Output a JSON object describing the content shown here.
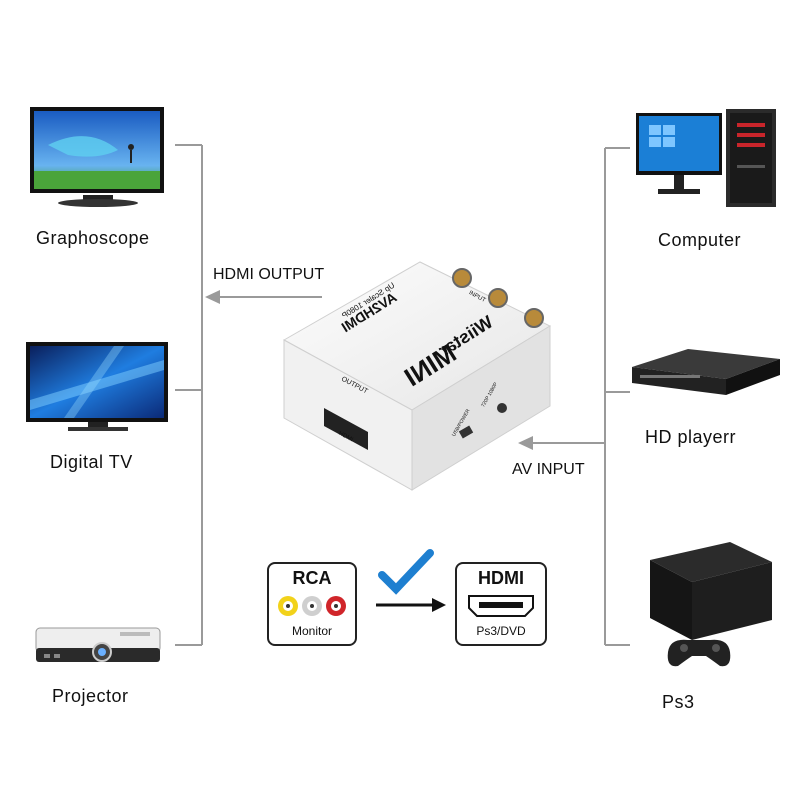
{
  "devices_left": [
    {
      "label": "Graphoscope",
      "icon": "tv-icon"
    },
    {
      "label": "Digital  TV",
      "icon": "tv-icon"
    },
    {
      "label": "Projector",
      "icon": "projector-icon"
    }
  ],
  "devices_right": [
    {
      "label": "Computer",
      "icon": "computer-icon"
    },
    {
      "label": "HD playerr",
      "icon": "dvd-player-icon"
    },
    {
      "label": "Ps3",
      "icon": "game-console-icon"
    }
  ],
  "arrows": {
    "hdmi_output": "HDMI OUTPUT",
    "av_input": "AV INPUT"
  },
  "converter": {
    "brand": "Wiistar",
    "model": "MINI",
    "name": "AV2HDMI",
    "subtitle": "Up Scaler 1080P",
    "output_label": "OUTPUT",
    "input_label": "INPUT",
    "port_label": "HDMI",
    "usb_label": "USB/POWER",
    "switch_label": "720P  1080P"
  },
  "rca_badge": {
    "title": "RCA",
    "sub": "Monitor"
  },
  "hdmi_badge": {
    "title": "HDMI",
    "sub": "Ps3/DVD"
  },
  "colors": {
    "check": "#1e7fd0",
    "lines": "#9a9a9a",
    "rca_yellow": "#f2d21a",
    "rca_white": "#cfcfcf",
    "rca_red": "#d0252a"
  }
}
